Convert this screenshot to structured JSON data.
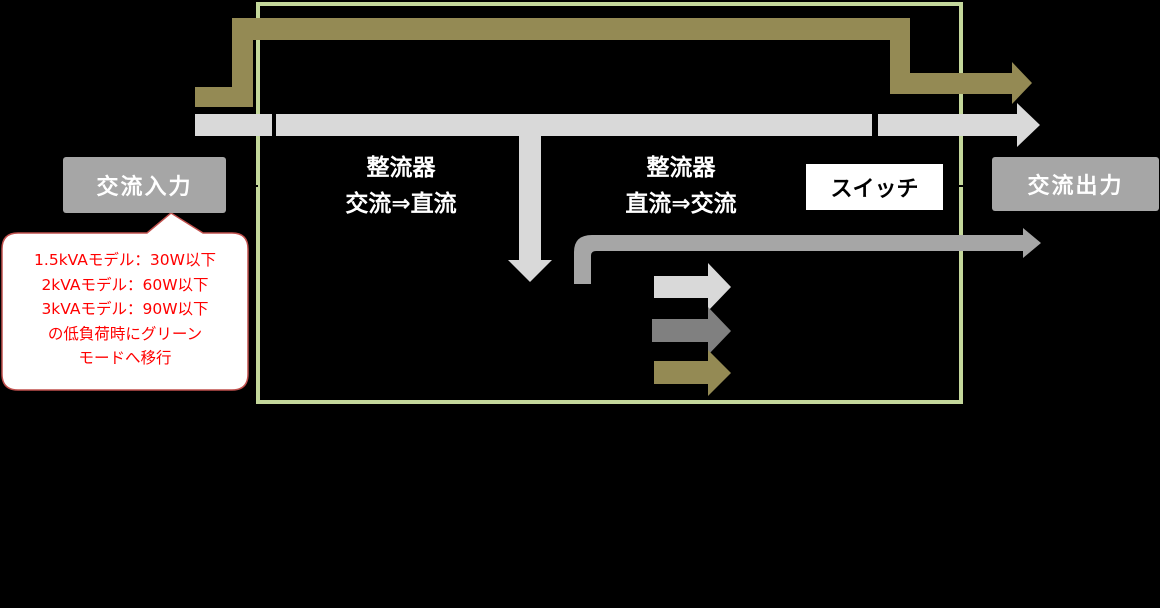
{
  "colors": {
    "background": "#000000",
    "frame": "#c4d79b",
    "bypass_path": "#948a54",
    "main_path": "#d9d9d9",
    "output_path": "#a6a6a6",
    "battery_path": "#808080",
    "io_box": "#a6a6a6",
    "callout_border": "#c0504d",
    "callout_text": "#ff0000"
  },
  "input": {
    "label": "交流入力"
  },
  "output": {
    "label": "交流出力"
  },
  "rectifier": {
    "title": "整流器",
    "subtitle": "交流⇒直流"
  },
  "inverter": {
    "title": "整流器",
    "subtitle": "直流⇒交流"
  },
  "switch": {
    "label": "スイッチ"
  },
  "callout": {
    "lines": [
      "1.5kVAモデル：30W以下",
      "2kVAモデル：60W以下",
      "3kVAモデル：90W以下",
      "の低負荷時にグリーン",
      "モードへ移行"
    ]
  },
  "legend": {
    "arrows": [
      {
        "color": "#d9d9d9"
      },
      {
        "color": "#808080"
      },
      {
        "color": "#948a54"
      }
    ]
  }
}
